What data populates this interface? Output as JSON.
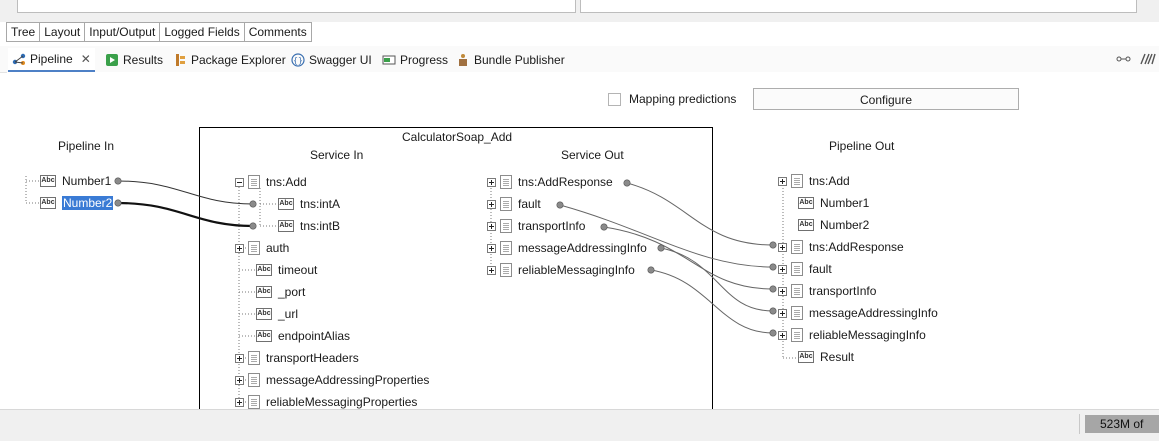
{
  "bottom_tabs": [
    "Tree",
    "Layout",
    "Input/Output",
    "Logged Fields",
    "Comments"
  ],
  "view_tabs": {
    "pipeline": "Pipeline",
    "results": "Results",
    "package_explorer": "Package Explorer",
    "swagger_ui": "Swagger UI",
    "progress": "Progress",
    "bundle_publisher": "Bundle Publisher",
    "close_glyph": "✕"
  },
  "toolbar": {
    "mapping_predictions": "Mapping predictions",
    "configure": "Configure"
  },
  "pipeline_in": {
    "title": "Pipeline In",
    "items": [
      "Number1",
      "Number2"
    ]
  },
  "service": {
    "name": "CalculatorSoap_Add",
    "service_in": {
      "title": "Service In",
      "add": "tns:Add",
      "int_a": "tns:intA",
      "int_b": "tns:intB",
      "auth": "auth",
      "timeout": "timeout",
      "port": "_port",
      "url": "_url",
      "endpoint_alias": "endpointAlias",
      "transport_headers": "transportHeaders",
      "message_addressing_properties": "messageAddressingProperties",
      "reliable_messaging_properties": "reliableMessagingProperties"
    },
    "service_out": {
      "title": "Service Out",
      "items": [
        "tns:AddResponse",
        "fault",
        "transportInfo",
        "messageAddressingInfo",
        "reliableMessagingInfo"
      ]
    }
  },
  "pipeline_out": {
    "title": "Pipeline Out",
    "items": [
      "tns:Add",
      "Number1",
      "Number2",
      "tns:AddResponse",
      "fault",
      "transportInfo",
      "messageAddressingInfo",
      "reliableMessagingInfo",
      "Result"
    ]
  },
  "status": {
    "memory": "523M of"
  },
  "icons": {
    "pipeline": "pipeline-icon",
    "results": "results-icon",
    "package_explorer": "package-explorer-icon",
    "swagger": "swagger-icon",
    "progress": "progress-icon",
    "bundle": "bundle-publisher-icon",
    "minimize": "minimize-icon",
    "maximize": "maximize-icon",
    "abc": "abc-field-icon",
    "document": "document-icon"
  },
  "colors": {
    "selection": "#3a7bd5",
    "active_tab_underline": "#4d80c6"
  }
}
